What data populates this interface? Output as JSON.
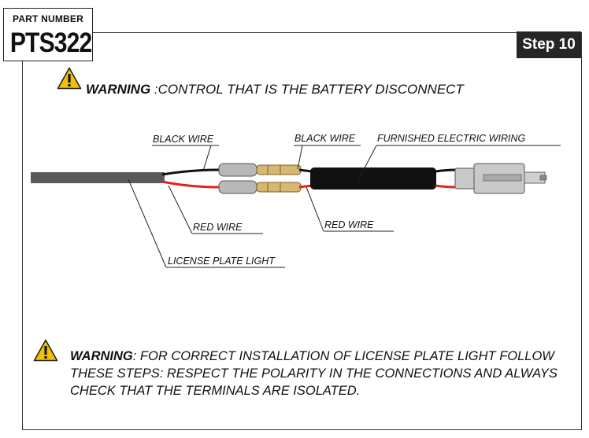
{
  "header": {
    "part_label": "PART NUMBER",
    "part_number": "PTS322",
    "step": "Step 10"
  },
  "warning_top": {
    "keyword": "WARNING",
    "text": " :CONTROL THAT IS THE BATTERY DISCONNECT"
  },
  "labels": {
    "black_wire_left": "BLACK WIRE",
    "black_wire_right": "BLACK WIRE",
    "furnished_wiring": "FURNISHED ELECTRIC WIRING",
    "red_wire_left": "RED WIRE",
    "red_wire_right": "RED WIRE",
    "license_plate_light": "LICENSE PLATE LIGHT"
  },
  "warning_bottom": {
    "keyword": "WARNING",
    "text": ": FOR CORRECT INSTALLATION OF LICENSE PLATE LIGHT FOLLOW THESE STEPS: RESPECT THE POLARITY IN THE CONNECTIONS AND ALWAYS CHECK THAT THE TERMINALS ARE ISOLATED."
  },
  "colors": {
    "warning_yellow": "#f2c200",
    "wire_red": "#e0241b",
    "wire_black": "#111111",
    "cable_gray": "#5a5a5a",
    "step_badge": "#262626"
  },
  "icons": [
    "warning-triangle-icon"
  ]
}
